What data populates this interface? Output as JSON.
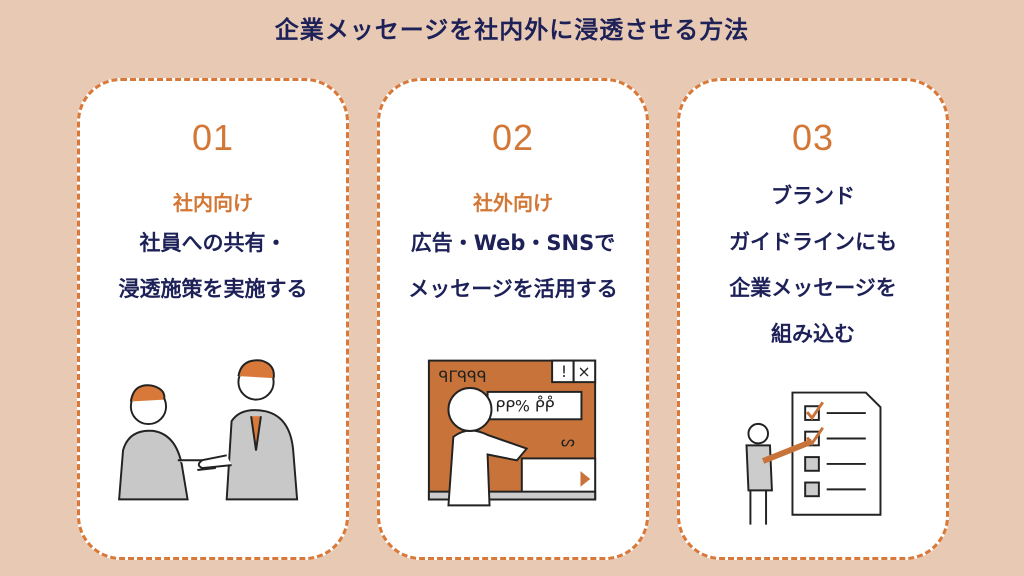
{
  "title": "企業メッセージを社内外に浸透させる方法",
  "cards": [
    {
      "number": "01",
      "subtitle": "社内向け",
      "lines": [
        "社員への共有・",
        "浸透施策を実施する"
      ]
    },
    {
      "number": "02",
      "subtitle": "社外向け",
      "lines": [
        "広告・Web・SNSで",
        "メッセージを活用する"
      ]
    },
    {
      "number": "03",
      "lines": [
        "ブランド",
        "ガイドラインにも",
        "企業メッセージを",
        "組み込む"
      ]
    }
  ],
  "colors": {
    "background": "#e8cab4",
    "accent": "#d27735",
    "text": "#1d2158"
  }
}
